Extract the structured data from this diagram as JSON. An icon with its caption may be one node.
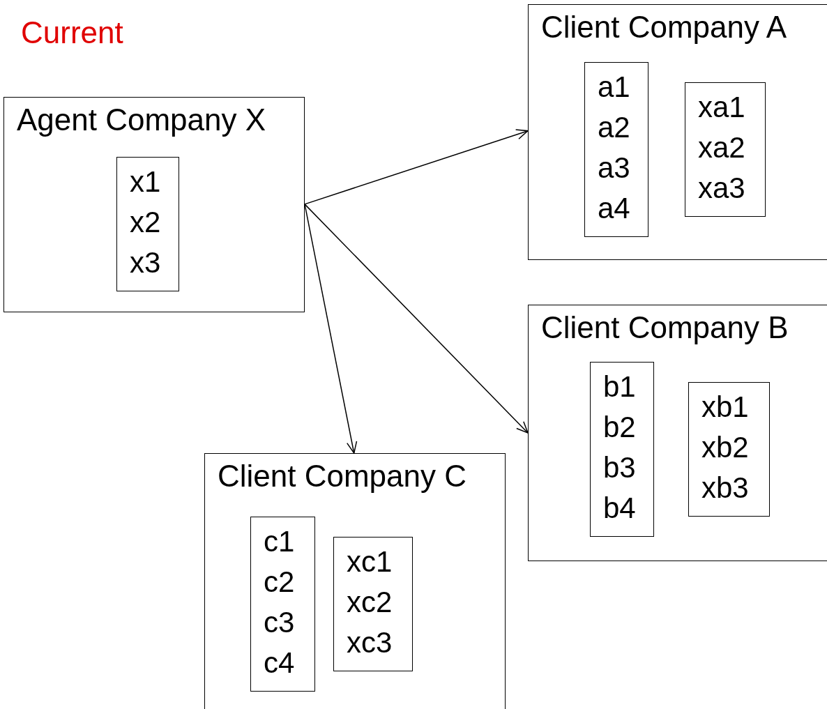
{
  "diagram": {
    "title": "Current",
    "nodes": [
      {
        "text": [
          "Agent Company X"
        ]
      },
      {
        "text": [
          "x1 x2 x3"
        ],
        "in": 0
      },
      {
        "text": [
          "Client Company A"
        ]
      },
      {
        "text": [
          "a1 a2 a3 a4"
        ],
        "in": 2
      },
      {
        "text": [
          "xa1 xa2 xa3"
        ],
        "in": 2
      },
      {
        "text": [
          "Client Company B"
        ]
      },
      {
        "text": [
          "b1 b2 b3 b4"
        ],
        "in": 5
      },
      {
        "text": [
          "xb1 xb2 xb3"
        ],
        "in": 5
      },
      {
        "text": [
          "Client Company C"
        ]
      },
      {
        "text": [
          "c1 c2 c3 c4"
        ],
        "in": 8
      },
      {
        "text": [
          "xc1 xc2 xc3"
        ],
        "in": 8
      }
    ],
    "edges": [
      {
        "from": 0,
        "to": 2,
        "arrow": "to"
      },
      {
        "from": 0,
        "to": 5,
        "arrow": "to"
      },
      {
        "from": 0,
        "to": 8,
        "arrow": "to"
      }
    ]
  }
}
